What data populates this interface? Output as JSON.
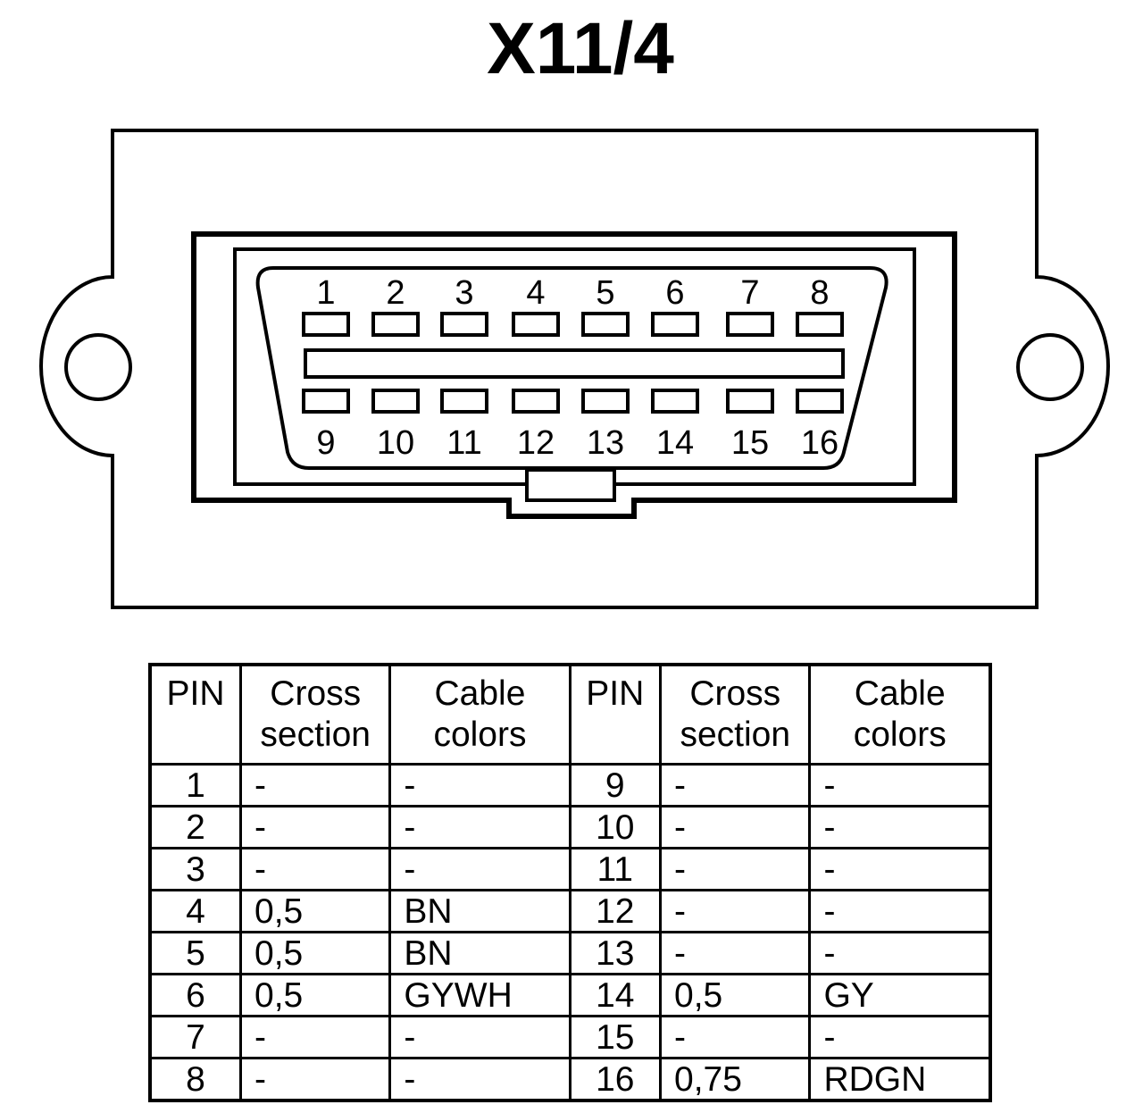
{
  "title": "X11/4",
  "connector": {
    "top_pins": [
      "1",
      "2",
      "3",
      "4",
      "5",
      "6",
      "7",
      "8"
    ],
    "bottom_pins": [
      "9",
      "10",
      "11",
      "12",
      "13",
      "14",
      "15",
      "16"
    ]
  },
  "table": {
    "headers": {
      "pin": "PIN",
      "cross_section_line1": "Cross",
      "cross_section_line2": "section",
      "cable_colors_line1": "Cable",
      "cable_colors_line2": "colors"
    },
    "rows": [
      {
        "left_pin": "1",
        "left_cross": "-",
        "left_color": "-",
        "right_pin": "9",
        "right_cross": "-",
        "right_color": "-"
      },
      {
        "left_pin": "2",
        "left_cross": "-",
        "left_color": "-",
        "right_pin": "10",
        "right_cross": "-",
        "right_color": "-"
      },
      {
        "left_pin": "3",
        "left_cross": "-",
        "left_color": "-",
        "right_pin": "11",
        "right_cross": "-",
        "right_color": "-"
      },
      {
        "left_pin": "4",
        "left_cross": "0,5",
        "left_color": "BN",
        "right_pin": "12",
        "right_cross": "-",
        "right_color": "-"
      },
      {
        "left_pin": "5",
        "left_cross": "0,5",
        "left_color": "BN",
        "right_pin": "13",
        "right_cross": "-",
        "right_color": "-"
      },
      {
        "left_pin": "6",
        "left_cross": "0,5",
        "left_color": "GYWH",
        "right_pin": "14",
        "right_cross": "0,5",
        "right_color": "GY"
      },
      {
        "left_pin": "7",
        "left_cross": "-",
        "left_color": "-",
        "right_pin": "15",
        "right_cross": "-",
        "right_color": "-"
      },
      {
        "left_pin": "8",
        "left_cross": "-",
        "left_color": "-",
        "right_pin": "16",
        "right_cross": "0,75",
        "right_color": "RDGN"
      }
    ]
  }
}
